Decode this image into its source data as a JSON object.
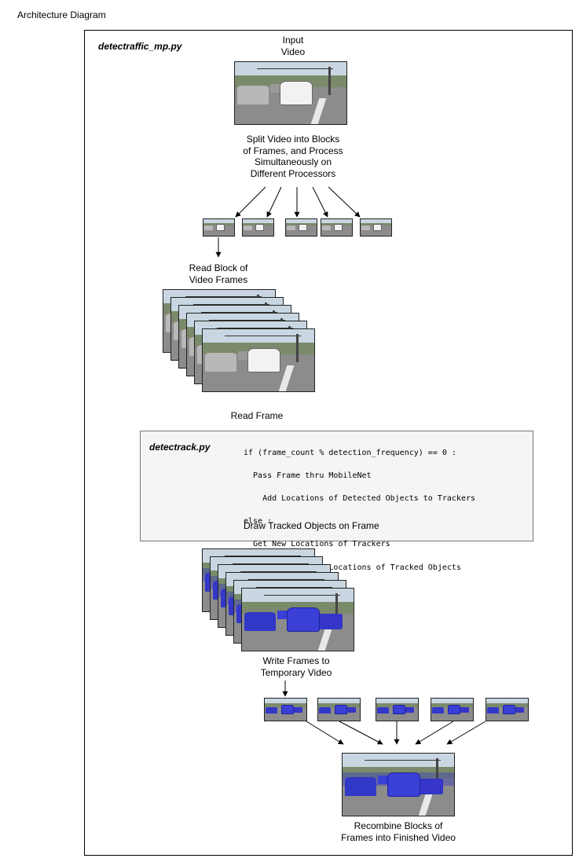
{
  "page": {
    "title": "Architecture Diagram"
  },
  "outer": {
    "file_label": "detectraffic_mp.py"
  },
  "steps": {
    "input": "Input\nVideo",
    "split": "Split Video into Blocks\nof Frames, and Process\nSimultaneously on\nDifferent Processors",
    "read_block": "Read Block of\nVideo Frames",
    "read_frame": "Read Frame",
    "write_frames": "Write Frames to\nTemporary Video",
    "recombine": "Recombine Blocks of\nFrames into Finished Video"
  },
  "detect_box": {
    "file_label": "detectrack.py",
    "code_lines": [
      "if (frame_count % detection_frequency) == 0 :",
      "  Pass Frame thru MobileNet",
      "    Add Locations of Detected Objects to Trackers",
      "else :",
      "  Get New Locations of Trackers",
      "Add and/or Update Locations of Tracked Objects"
    ],
    "draw_text": "Draw Tracked Objects on Frame"
  }
}
